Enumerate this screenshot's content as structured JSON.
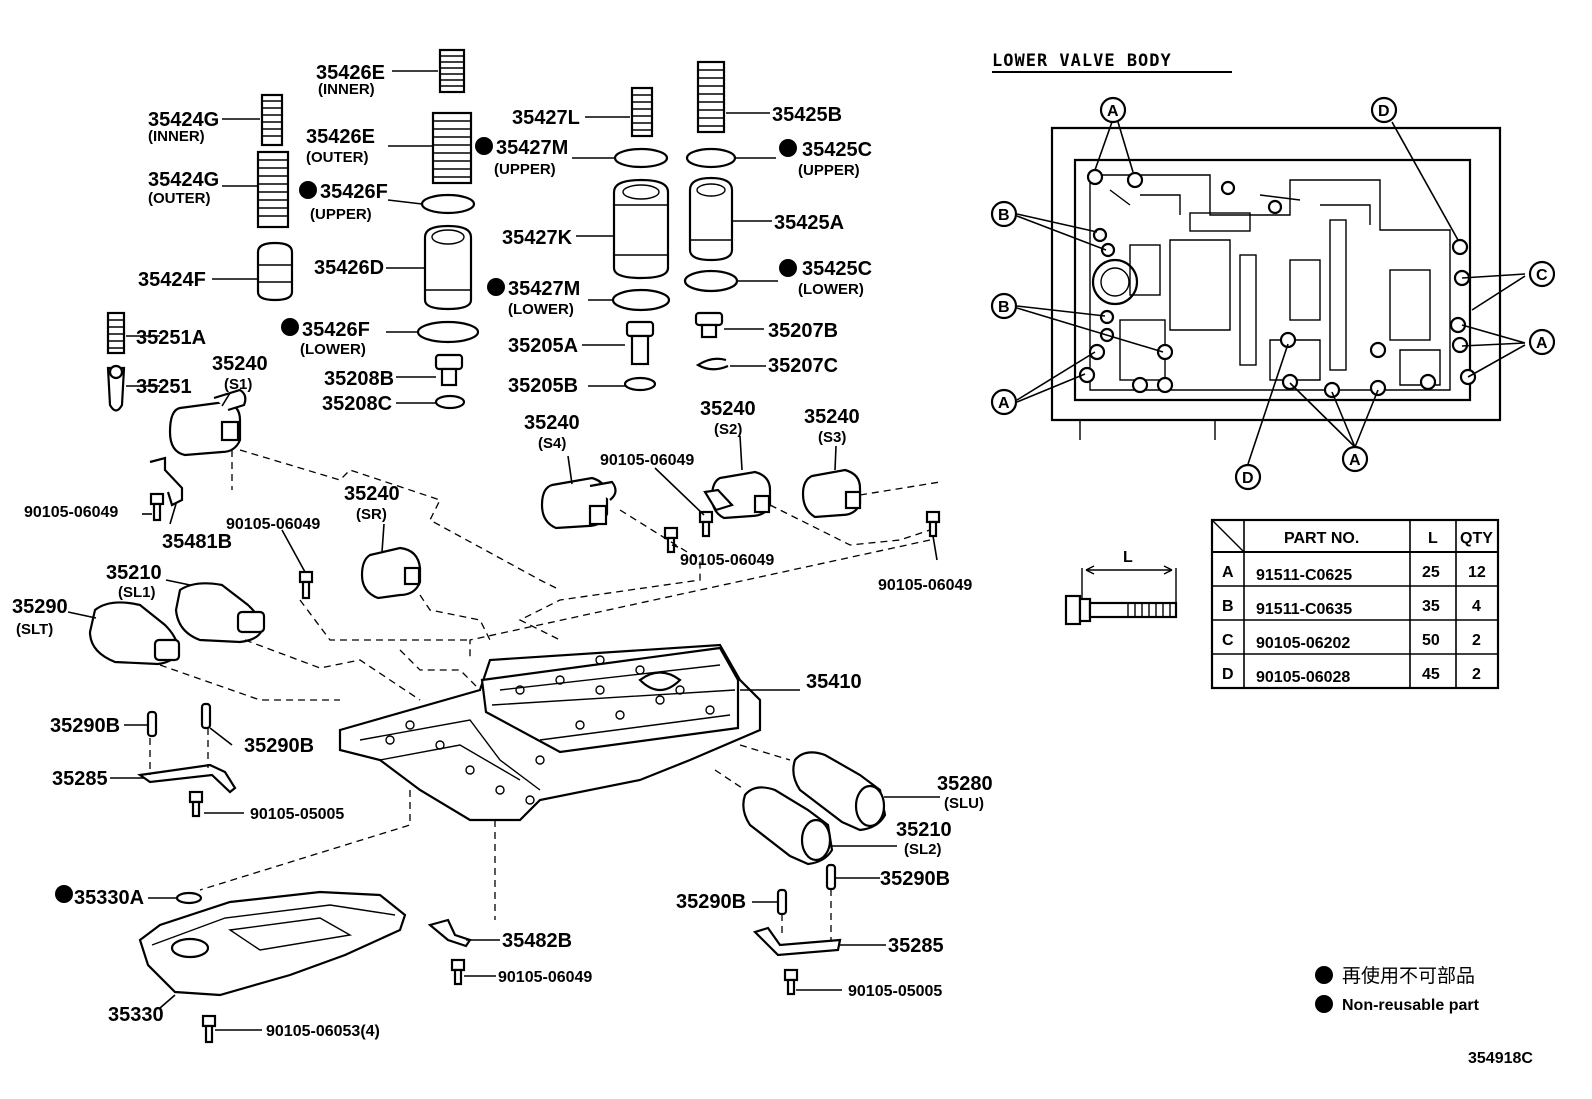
{
  "title": "LOWER VALVE BODY",
  "figure_code": "354918C",
  "labels": {
    "l35426E_inner": "35426E",
    "inner1": "(INNER)",
    "l35424G_inner": "35424G",
    "inner2": "(INNER)",
    "l35426E_outer": "35426E",
    "outer1": "(OUTER)",
    "l35424G_outer": "35424G",
    "outer2": "(OUTER)",
    "l35426F_upper": "35426F",
    "upper1": "(UPPER)",
    "l35424F": "35424F",
    "l35426D": "35426D",
    "l35426F_lower": "35426F",
    "lower1": "(LOWER)",
    "l35251A": "35251A",
    "l35251": "35251",
    "l35240_s1": "35240",
    "s1": "(S1)",
    "l35208B": "35208B",
    "l35208C": "35208C",
    "l35427L": "35427L",
    "l35427M_upper": "35427M",
    "upper2": "(UPPER)",
    "l35427K": "35427K",
    "l35427M_lower": "35427M",
    "lower2": "(LOWER)",
    "l35205A": "35205A",
    "l35205B": "35205B",
    "l35425B": "35425B",
    "l35425C_upper": "35425C",
    "upper3": "(UPPER)",
    "l35425A": "35425A",
    "l35425C_lower": "35425C",
    "lower3": "(LOWER)",
    "l35207B": "35207B",
    "l35207C": "35207C",
    "l35240_s4": "35240",
    "s4": "(S4)",
    "l35240_s2": "35240",
    "s2": "(S2)",
    "l35240_s3": "35240",
    "s3": "(S3)",
    "l90105_06049_a": "90105-06049",
    "l90105_06049_b": "90105-06049",
    "l90105_06049_c": "90105-06049",
    "l90105_06049_d": "90105-06049",
    "l90105_06049_e": "90105-06049",
    "l90105_06049_f": "90105-06049",
    "l35481B": "35481B",
    "l35240_sr": "35240",
    "sr": "(SR)",
    "l35210_sl1": "35210",
    "sl1": "(SL1)",
    "l35290_slt": "35290",
    "slt": "(SLT)",
    "l35410": "35410",
    "l35290B_a": "35290B",
    "l35290B_b": "35290B",
    "l35285_a": "35285",
    "l90105_05005_a": "90105-05005",
    "l35280": "35280",
    "slu": "(SLU)",
    "l35210_sl2": "35210",
    "sl2": "(SL2)",
    "l35330A": "35330A",
    "l35482B": "35482B",
    "l35290B_c": "35290B",
    "l35290B_d": "35290B",
    "l35285_b": "35285",
    "l90105_05005_b": "90105-05005",
    "l35330": "35330",
    "l90105_06053": "90105-06053(4)"
  },
  "callouts": [
    "A",
    "B",
    "C",
    "D"
  ],
  "bolt_dimension": "L",
  "table": {
    "headers": [
      "PART NO.",
      "L",
      "QTY"
    ],
    "rows": [
      {
        "key": "A",
        "part": "91511-C0625",
        "l": "25",
        "qty": "12"
      },
      {
        "key": "B",
        "part": "91511-C0635",
        "l": "35",
        "qty": "4"
      },
      {
        "key": "C",
        "part": "90105-06202",
        "l": "50",
        "qty": "2"
      },
      {
        "key": "D",
        "part": "90105-06028",
        "l": "45",
        "qty": "2"
      }
    ]
  },
  "legend": {
    "jp": "再使用不可部品",
    "en": "Non-reusable part"
  }
}
